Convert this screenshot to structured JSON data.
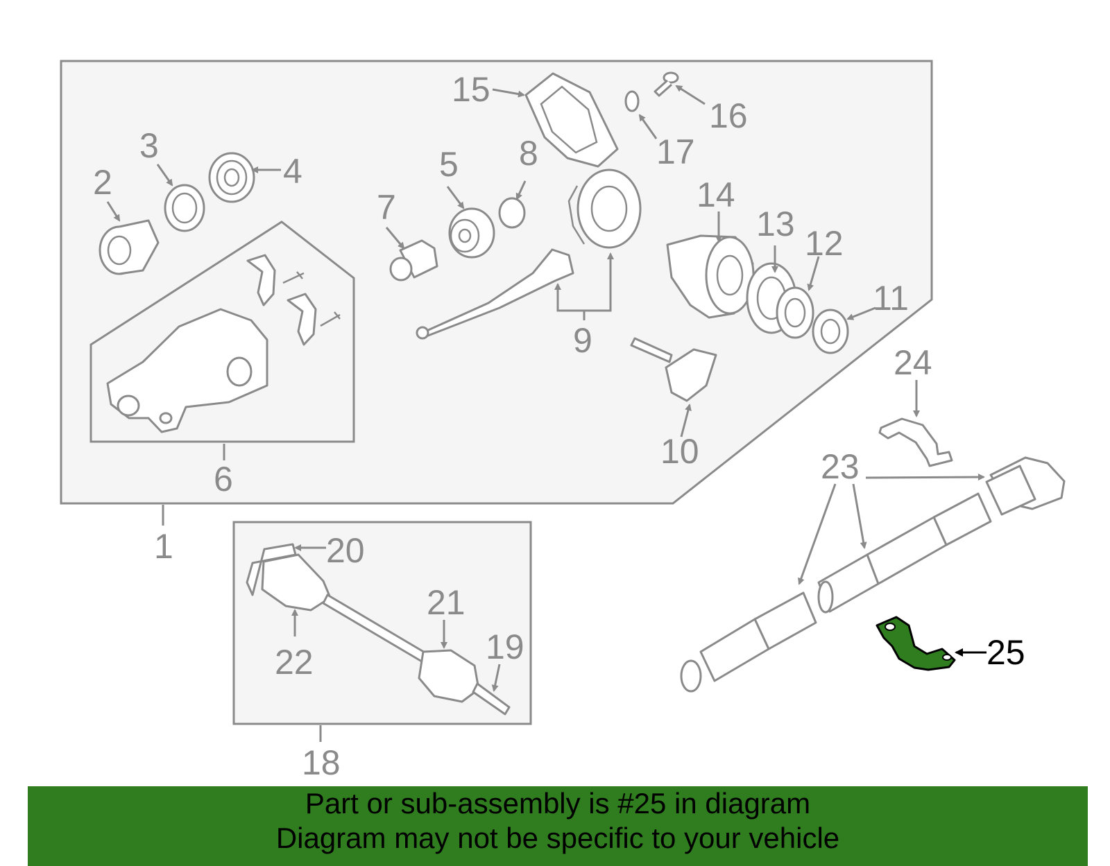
{
  "colors": {
    "highlight": "#2f7d1f",
    "line": "#8a8a8a",
    "panel": "#f5f5f5",
    "banner": "#2f7d1f"
  },
  "labels": {
    "l1": "1",
    "l2": "2",
    "l3": "3",
    "l4": "4",
    "l5": "5",
    "l6": "6",
    "l7": "7",
    "l8": "8",
    "l9": "9",
    "l10": "10",
    "l11": "11",
    "l12": "12",
    "l13": "13",
    "l14": "14",
    "l15": "15",
    "l16": "16",
    "l17": "17",
    "l18": "18",
    "l19": "19",
    "l20": "20",
    "l21": "21",
    "l22": "22",
    "l23": "23",
    "l24": "24",
    "l25": "25"
  },
  "banner": {
    "line1": "Part or sub-assembly is #25 in diagram",
    "line2": "Diagram may not be specific to your vehicle"
  }
}
